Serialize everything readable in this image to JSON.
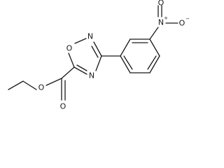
{
  "molecule": {
    "atoms": {
      "ring_o": "O",
      "ring_n_top": "N",
      "ring_n_bottom": "N",
      "ester_o_single": "O",
      "ester_o_double": "O",
      "nitro_n": "N",
      "nitro_n_charge": "+",
      "nitro_o_top": "O",
      "nitro_o_right": "O",
      "nitro_o_charge": "−"
    }
  }
}
